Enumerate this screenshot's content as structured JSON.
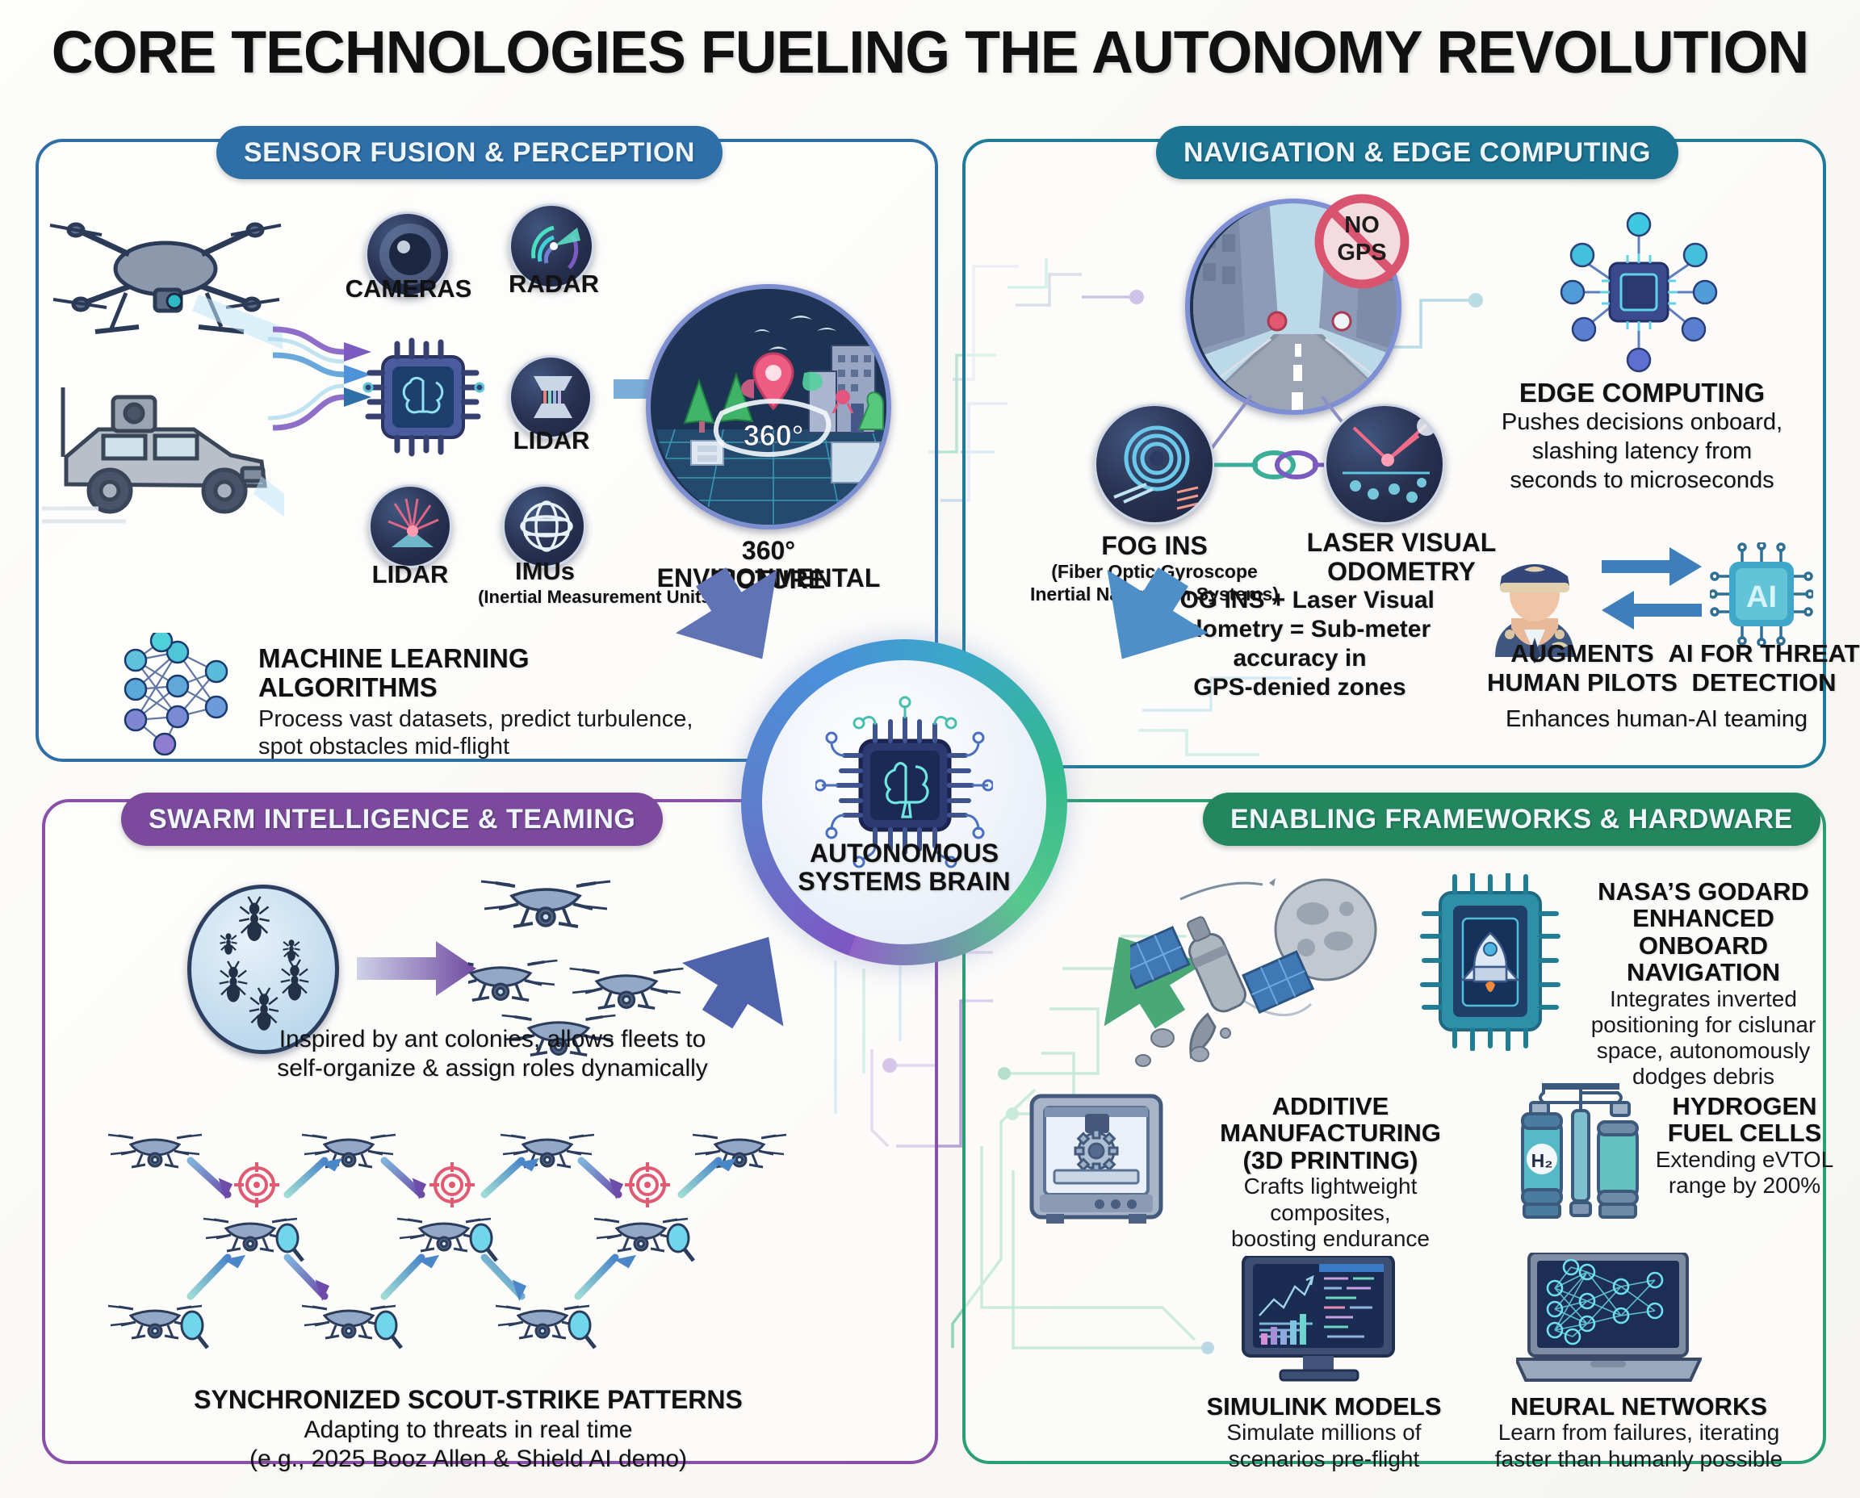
{
  "title": "CORE TECHNOLOGIES FUELING THE AUTONOMY REVOLUTION",
  "colors": {
    "sensor": "#2e6fa8",
    "navigation": "#1c7392",
    "swarm": "#7b4a9c",
    "frameworks": "#23865f",
    "title_text": "#111111"
  },
  "center": {
    "label_line1": "AUTONOMOUS",
    "label_line2": "SYSTEMS BRAIN",
    "icon": "brain-chip-icon"
  },
  "panels": {
    "sensor": {
      "header": "SENSOR FUSION & PERCEPTION",
      "platforms": [
        {
          "icon": "quadcopter-drone-icon",
          "name": "drone"
        },
        {
          "icon": "ground-vehicle-icon",
          "name": "ugv"
        }
      ],
      "fusion_chip": "brain-chip-icon",
      "sensors": [
        {
          "label": "CAMERAS",
          "icon": "camera-lens-icon"
        },
        {
          "label": "RADAR",
          "icon": "radar-sweep-icon"
        },
        {
          "label": "LIDAR",
          "icon": "lidar-spectrum-icon"
        },
        {
          "label": "LIDAR",
          "icon": "lidar-laser-icon"
        },
        {
          "label": "IMUs",
          "sublabel": "(Inertial Measurement Units)",
          "icon": "gyroscope-icon"
        }
      ],
      "output": {
        "icon": "environment-map-icon",
        "badge": "360°",
        "label_line1": "360° ENVIRONMENTAL",
        "label_line2": "PICTURE"
      },
      "ml": {
        "icon": "neural-net-icon",
        "heading": "MACHINE LEARNING ALGORITHMS",
        "detail_line1": "Process vast datasets, predict turbulence,",
        "detail_line2": "spot obstacles mid-flight"
      }
    },
    "navigation": {
      "header": "NAVIGATION & EDGE COMPUTING",
      "city_scene": {
        "icon": "urban-canyon-icon",
        "badge": "NO\nGPS",
        "badge_line1": "NO",
        "badge_line2": "GPS"
      },
      "nodes": [
        {
          "label": "FOG INS",
          "sub_line1": "(Fiber Optic Gyroscope",
          "sub_line2": "Inertial Navigation Systems)",
          "icon": "fiber-coil-icon"
        },
        {
          "label_line1": "LASER VISUAL",
          "label_line2": "ODOMETRY",
          "icon": "laser-odometry-icon"
        }
      ],
      "link_icon": "chain-link-icon",
      "equation": [
        "FOG INS + Laser Visual",
        "Odometry = Sub-meter",
        "accuracy in",
        "GPS-denied zones"
      ],
      "edge": {
        "icon": "edge-network-chip-icon",
        "heading": "EDGE COMPUTING",
        "detail": [
          "Pushes decisions onboard,",
          "slashing latency from",
          "seconds to microseconds"
        ]
      },
      "teaming": {
        "pilot_icon": "pilot-icon",
        "exchange_icon": "bidirectional-arrows-icon",
        "ai_icon": "ai-chip-icon",
        "left_label_line1": "AUGMENTS",
        "left_label_line2": "HUMAN PILOTS",
        "right_label_line1": "AI FOR THREAT",
        "right_label_line2": "DETECTION",
        "caption": "Enhances human-AI teaming"
      }
    },
    "swarm": {
      "header": "SWARM INTELLIGENCE & TEAMING",
      "ants": {
        "icon": "ant-colony-icon"
      },
      "arrow": {
        "icon": "transform-arrow-icon"
      },
      "fleet": {
        "icon": "drone-fleet-icon"
      },
      "caption_line1": "Inspired by ant colonies, allows fleets to",
      "caption_line2": "self-organize & assign roles dynamically",
      "pattern": {
        "scout_icon": "scout-drone-icon",
        "strike_icon": "strike-drone-icon",
        "target_icon": "crosshair-target-icon",
        "heading": "SYNCHRONIZED SCOUT-STRIKE PATTERNS",
        "detail_line1": "Adapting to threats in real time",
        "detail_line2": "(e.g., 2025 Booz Allen & Shield AI demo)"
      }
    },
    "frameworks": {
      "header": "ENABLING FRAMEWORKS & HARDWARE",
      "items": [
        {
          "icon": "satellite-moon-icon",
          "secondary_icon": "rocket-chip-icon",
          "heading_line1": "NASA’S GODARD",
          "heading_line2": "ENHANCED ONBOARD",
          "heading_line3": "NAVIGATION",
          "detail": [
            "Integrates inverted",
            "positioning for cislunar",
            "space, autonomously",
            "dodges debris"
          ]
        },
        {
          "icon": "3d-printer-icon",
          "heading_line1": "ADDITIVE",
          "heading_line2": "MANUFACTURING",
          "heading_line3": "(3D PRINTING)",
          "detail": [
            "Crafts lightweight composites,",
            "boosting endurance"
          ]
        },
        {
          "icon": "hydrogen-tank-icon",
          "badge": "H₂",
          "heading_line1": "HYDROGEN",
          "heading_line2": "FUEL CELLS",
          "detail": [
            "Extending eVTOL",
            "range by 200%"
          ]
        },
        {
          "icon": "monitor-dashboard-icon",
          "heading_line1": "SIMULINK MODELS",
          "detail": [
            "Simulate millions of",
            "scenarios pre-flight"
          ]
        },
        {
          "icon": "laptop-neural-net-icon",
          "heading_line1": "NEURAL NETWORKS",
          "detail": [
            "Learn from failures, iterating",
            "faster than humanly possible"
          ]
        }
      ]
    }
  }
}
